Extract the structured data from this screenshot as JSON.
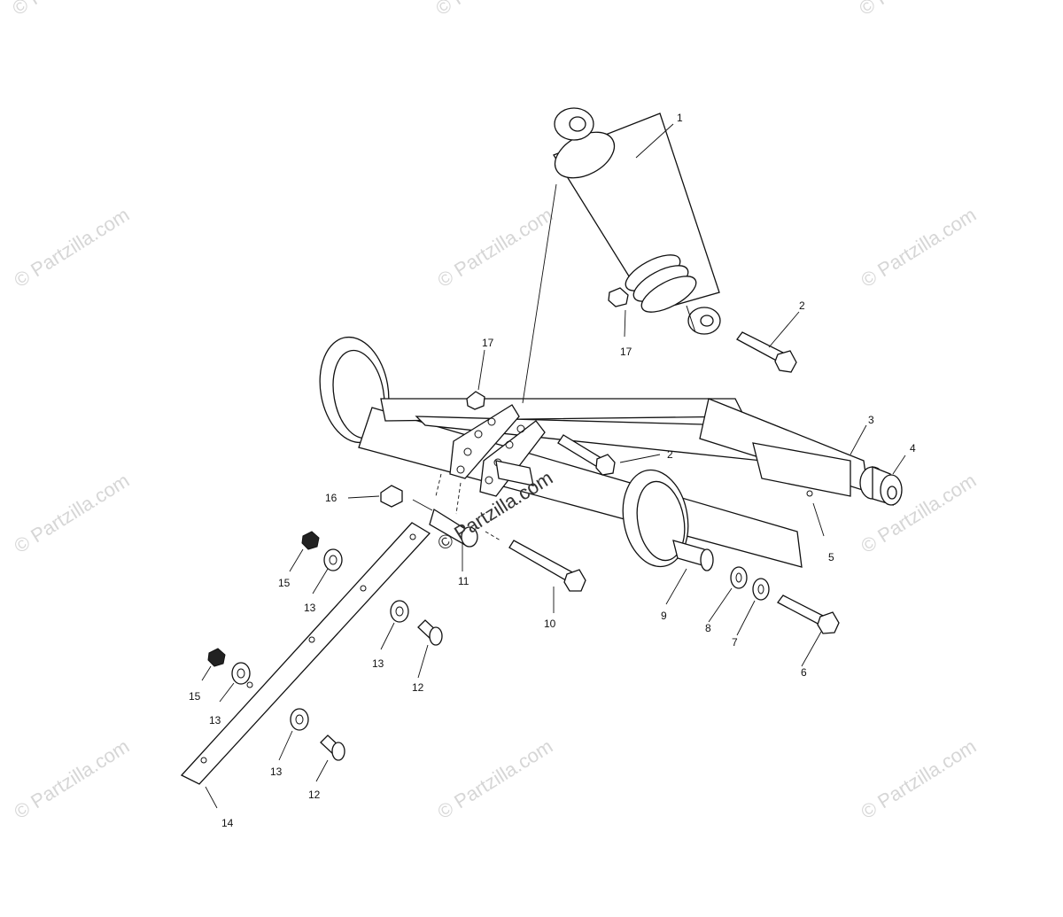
{
  "watermark": {
    "text": "© Partzilla.com",
    "center_text": "© Partzilla.com"
  },
  "callouts": [
    "1",
    "2",
    "2",
    "3",
    "4",
    "5",
    "6",
    "7",
    "8",
    "9",
    "10",
    "11",
    "12",
    "12",
    "13",
    "13",
    "13",
    "13",
    "14",
    "15",
    "15",
    "16",
    "17",
    "17"
  ]
}
